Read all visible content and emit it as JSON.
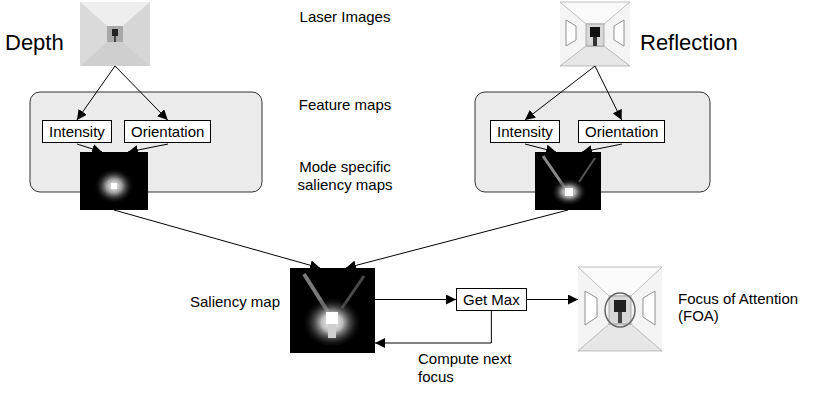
{
  "diagram": {
    "nodes": [
      {
        "text": [
          "Depth"
        ]
      },
      {
        "text": [
          "Reflection"
        ]
      },
      {
        "text": [
          "Intensity"
        ]
      },
      {
        "text": [
          "Orientation"
        ]
      },
      {
        "text": [
          "Intensity"
        ]
      },
      {
        "text": [
          "Orientation"
        ]
      },
      {
        "text": [
          "Saliency map"
        ]
      },
      {
        "text": [
          "Get Max"
        ]
      },
      {
        "text": [
          "Focus of Attention (FOA)"
        ]
      }
    ],
    "edges": [
      {
        "from": 0,
        "to": 2,
        "arrow": "to"
      },
      {
        "from": 0,
        "to": 3,
        "arrow": "to"
      },
      {
        "from": 1,
        "to": 4,
        "arrow": "to"
      },
      {
        "from": 1,
        "to": 5,
        "arrow": "to"
      },
      {
        "from": 6,
        "to": 7,
        "arrow": "to"
      },
      {
        "from": 7,
        "to": 8,
        "arrow": "to"
      },
      {
        "from": 7,
        "to": 6,
        "label": "Compute next focus",
        "arrow": "to"
      }
    ],
    "labels": [
      "Laser Images",
      "Feature maps",
      "Mode specific saliency maps"
    ]
  }
}
